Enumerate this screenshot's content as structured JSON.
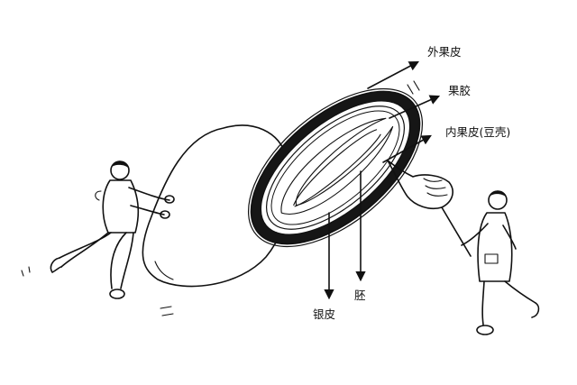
{
  "labels": {
    "exocarp": "外果皮",
    "mesocarp": "果胶",
    "endocarp": "内果皮(豆壳)",
    "silverskin": "银皮",
    "embryo": "胚"
  },
  "colors": {
    "ink": "#111111",
    "background": "#ffffff",
    "exocarp_fill": "#161616",
    "bean_fill": "#ffffff"
  },
  "icons": [
    "arrow-icon",
    "pointing-hand-icon",
    "motion-lines-icon"
  ]
}
